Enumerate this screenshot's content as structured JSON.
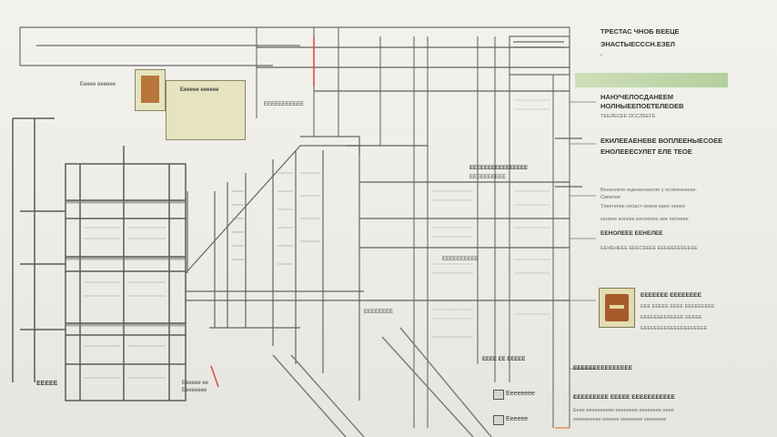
{
  "top_right": {
    "title_1": "ТРЕСТАС ЧНОБ ВЕЕЦЕ",
    "title_2": "ЭНАСТЫЕСССН.ЕЗЕЛ"
  },
  "right_panel": {
    "h1": "НАНУЧЕЛОСДАНЕЕМ",
    "h1b": "НОЛНЫЕЕПОЕТЕЛЕОЕВ",
    "h1_sub": "ТЕЕЛЕСЕЕ ОССЛЕЕГЕ",
    "h2": "ЕКИЛЕЕАЕНЕВЕ ВОПЛЕЕНЫЕСОЕЕ",
    "h2b": "ЕНОЛЕЕЕСУЛЕТ ЕЛЕ ТЕОЕ",
    "p1": "Венеллете еценееоаеспе у ослеенеенее.",
    "p1b": "Свеелее",
    "p1c": "Тлеетепее сеоаст оеене ерее оенее",
    "p1d": "сенеее алсеее ресеенее оее песееее",
    "h3": "ЕЕНОЛЕЕЕ ЕЕНЕЛЕЕ",
    "h3b": "ЕЕНЕНЕЕЕ ЕЕЕСЕЕЕЕ ЕЕЕЕЕЕЕЕЕЕЕЕ",
    "badge_title": "ЕЕЕЕЕЕЕ ЕЕЕЕЕЕЕЕ",
    "badge_t1": "ЕЕЕ ЕЕЕЕЕ ЕЕЕЕ ЕЕЕЕЕЕЕЕЕ",
    "badge_t2": "ЕЕЕЕЕЕЕЕЕЕЕЕЕ ЕЕЕЕЕ",
    "badge_t3": "ЕЕЕЕЕЕЕЕЕЕЕЕЕЕЕЕЕЕЕЕ",
    "h4": "ЕЕЕЕЕЕЕЕЕЕЕЕЕЕЕ",
    "h5": "ЕЕЕЕЕЕЕЕЕ ЕЕЕЕЕ ЕЕЕЕЕЕЕЕЕЕЕ",
    "p5": "Ееее ееееееееее ееееееее ееееееее ееее",
    "p5b": "ееееееееее ееееее ееееееее ееееееее"
  },
  "center": {
    "callout_1": "ЕЕЕЕЕЕЕЕЕЕЕЕЕЕЕЕ",
    "callout_1b": "ЕЕЕЕЕЕЕЕЕЕ",
    "callout_2": "ЕЕЕЕЕЕЕЕЕЕЕ",
    "callout_3": "ЕЕЕЕЕЕЕЕ",
    "callout_4": "ЕЕЕЕЕЕЕЕЕЕ",
    "callout_5": "ЕЕЕЕ ЕЕ ЕЕЕЕЕ"
  },
  "left": {
    "note_1": "Ееееее ееееее",
    "note_2": "Еееее ееееее",
    "label_bl": "ЕЕЕЕЕ",
    "label_red": "Ееееее ее",
    "label_red2": "Ееееееее"
  },
  "legend": {
    "item_1": "Ееееееее",
    "item_2": "Ееееее"
  },
  "colors": {
    "ink": "#5a5a5a",
    "accent_red": "#d9534f",
    "accent_orange": "#e07a3a",
    "green_strip": "#a9c990"
  }
}
